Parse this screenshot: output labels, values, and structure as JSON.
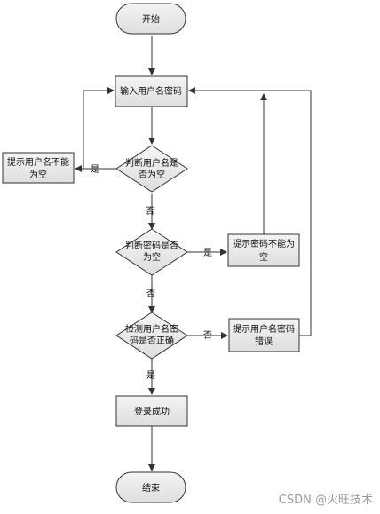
{
  "nodes": {
    "start": "开始",
    "input": "输入用户名密码",
    "check_user_line1": "判断用户名是",
    "check_user_line2": "否为空",
    "user_empty_line1": "提示用户名不能",
    "user_empty_line2": "为空",
    "check_pwd_line1": "判断密码是否",
    "check_pwd_line2": "为空",
    "pwd_empty_line1": "提示密码不能为",
    "pwd_empty_line2": "空",
    "verify_line1": "检测用户名密",
    "verify_line2": "码是否正确",
    "wrong_line1": "提示用户名密码",
    "wrong_line2": "错误",
    "success": "登录成功",
    "end": "结束"
  },
  "edge_labels": {
    "user_yes": "是",
    "user_no": "否",
    "pwd_yes": "是",
    "pwd_no": "否",
    "verify_no": "否",
    "verify_yes": "是"
  },
  "watermark": "CSDN @火旺技术"
}
